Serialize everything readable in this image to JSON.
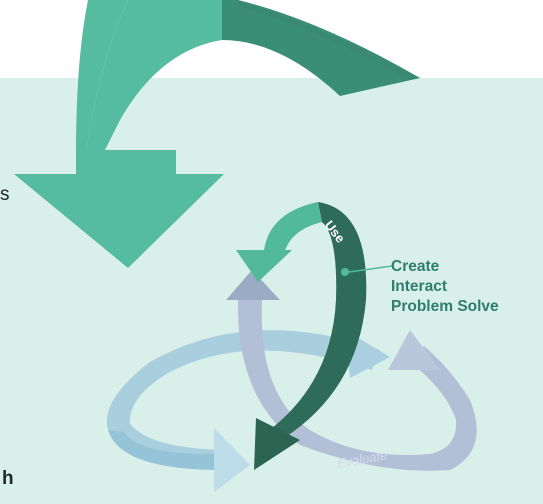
{
  "labels": {
    "use": "Use",
    "evaluate": "Evaluate"
  },
  "callout": {
    "lines": [
      "Create",
      "Interact",
      "Problem Solve"
    ]
  },
  "edge_text": {
    "fragment_1": "s",
    "fragment_2": "h"
  },
  "colors": {
    "panel": "#d9efe9",
    "big_arrow_light": "#56bc9f",
    "big_arrow_dark": "#3a8a73",
    "use_arrow_light": "#52ba9a",
    "use_arrow_dark": "#2e6b58",
    "loop_blue": "#a9cfe0",
    "loop_lavender": "#b3bfd6",
    "loop_slate": "#9aabc6",
    "callout_text": "#2d7f6c"
  }
}
